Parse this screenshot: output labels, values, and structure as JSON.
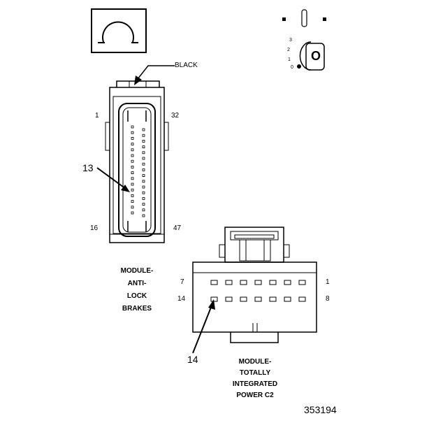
{
  "figure_id": "353194",
  "symbol": {
    "glyph": "Ω",
    "name": "omega-ground-symbol"
  },
  "ignition_key_positions": [
    "3",
    "2",
    "1",
    "0"
  ],
  "ignition_key_label": "O",
  "abs_connector": {
    "color_label": "BLACK",
    "pin_labels": {
      "top_left": "1",
      "top_right": "32",
      "bottom_left": "16",
      "bottom_right": "47"
    },
    "callout_pin": "13",
    "module_name": [
      "MODULE-",
      "ANTI-",
      "LOCK",
      "BRAKES"
    ]
  },
  "tipm_connector": {
    "pin_labels": {
      "row1_left": "7",
      "row1_right": "1",
      "row2_left": "14",
      "row2_right": "8"
    },
    "callout_pin": "14",
    "module_name": [
      "MODULE-",
      "TOTALLY",
      "INTEGRATED",
      "POWER C2"
    ]
  }
}
